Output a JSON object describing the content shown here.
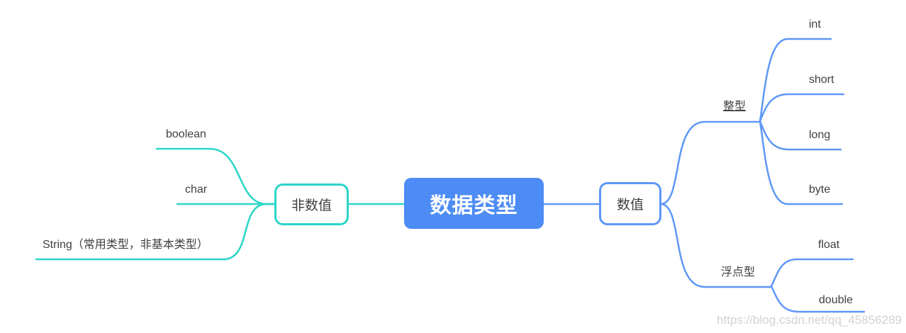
{
  "root": {
    "label": "数据类型"
  },
  "left_branch": {
    "node": {
      "label": "非数值"
    },
    "leaves": [
      {
        "label": "boolean"
      },
      {
        "label": "char"
      },
      {
        "label": "String（常用类型，非基本类型）"
      }
    ]
  },
  "right_branch": {
    "node": {
      "label": "数值"
    },
    "groups": [
      {
        "label": "整型",
        "children": [
          {
            "label": "int"
          },
          {
            "label": "short"
          },
          {
            "label": "long"
          },
          {
            "label": "byte"
          }
        ]
      },
      {
        "label": "浮点型",
        "children": [
          {
            "label": "float"
          },
          {
            "label": "double"
          }
        ]
      }
    ]
  },
  "watermark": {
    "text": "https://blog.csdn.net/qq_45856289"
  },
  "colors": {
    "root_fill": "#4d8cf5",
    "blue_line": "#5e97f6",
    "teal_line": "#2bd5c8",
    "text": "#3f3f3f",
    "root_text": "#ffffff",
    "watermark_text": "#b6b6b6"
  }
}
